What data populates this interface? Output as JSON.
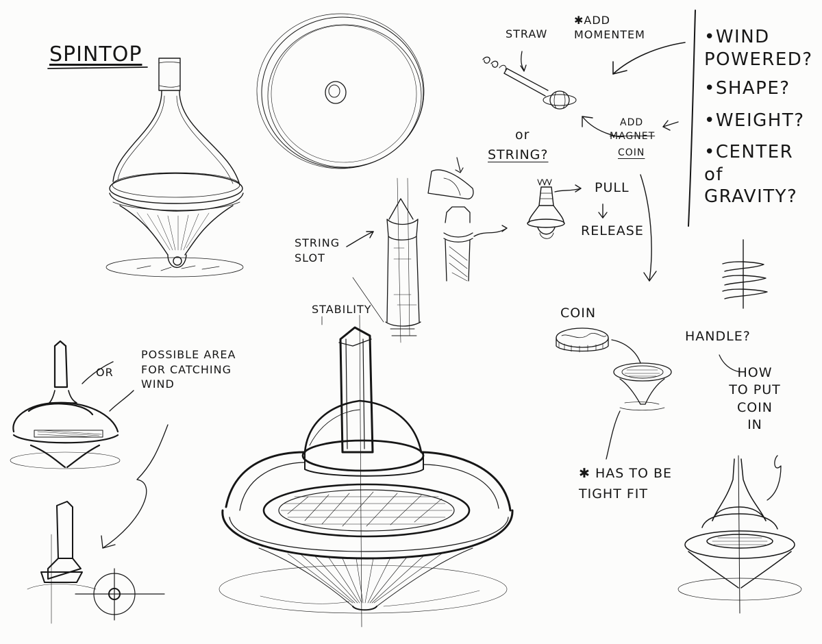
{
  "sheet": {
    "title": "SPINTOP",
    "ink_color": "#161616",
    "paper_color": "#fcfcfb"
  },
  "notes": {
    "add_momentum": "✱ADD MOMENTEM",
    "straw": "STRAW",
    "or_1": "or",
    "string": "STRING?",
    "add": "ADD",
    "magnet_struck": "MAGNET",
    "coin_label": "COIN",
    "pull": "PULL",
    "release": "RELEASE",
    "string_slot": "STRING SLOT",
    "stability": "STABILITY",
    "coin": "COIN",
    "handle": "HANDLE?",
    "how_to": "HOW TO PUT COIN IN",
    "possible_area": "POSSIBLE AREA FOR CATCHING WIND",
    "or_2": "OR",
    "tight_fit": "✱ HAS TO BE TIGHT FIT"
  },
  "questions": [
    "•WIND POWERED?",
    "•SHAPE?",
    "•WEIGHT?",
    "•CENTER of GRAVITY?"
  ]
}
